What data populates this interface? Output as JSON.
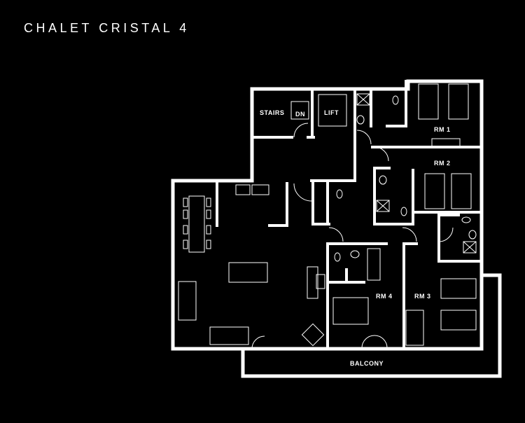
{
  "title": "CHALET CRISTAL 4",
  "plan": {
    "rooms": {
      "stairs": "STAIRS",
      "down": "DN",
      "lift": "LIFT",
      "rm1": "RM 1",
      "rm2": "RM 2",
      "rm3": "RM 3",
      "rm4": "RM 4",
      "balcony": "BALCONY"
    },
    "colors": {
      "background": "#000000",
      "lines": "#ffffff"
    }
  }
}
